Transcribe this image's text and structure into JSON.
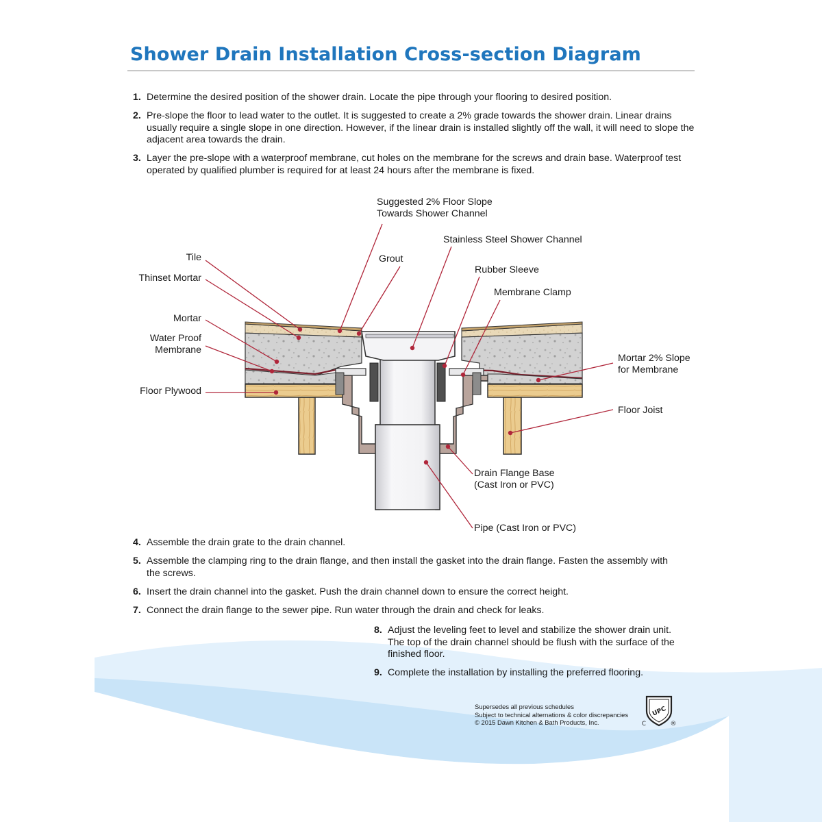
{
  "title": "Shower Drain Installation Cross-section Diagram",
  "steps_top": [
    {
      "num": "1.",
      "text": "Determine the desired position of the shower drain.  Locate the pipe through your flooring to desired position."
    },
    {
      "num": "2.",
      "text": "Pre-slope the floor to lead water to the outlet. It is suggested to create a 2% grade towards the shower drain.  Linear drains usually require a single slope in one direction.  However, if the linear drain is installed slightly off the wall, it will need to slope the adjacent area towards the drain."
    },
    {
      "num": "3.",
      "text": "Layer the pre-slope with a waterproof membrane, cut holes on the membrane for the screws and drain base.  Waterproof test operated by qualified plumber is required for at least 24 hours after the membrane is fixed."
    }
  ],
  "steps_bottom": [
    {
      "num": "4.",
      "text": "Assemble the drain grate to the drain channel."
    },
    {
      "num": "5.",
      "text": "Assemble the clamping ring to the drain flange, and then install the gasket into the drain flange. Fasten the assembly with the screws."
    },
    {
      "num": "6.",
      "text": "Insert the drain channel into the gasket. Push the drain channel down to ensure the correct height."
    },
    {
      "num": "7.",
      "text": "Connect the drain flange to the sewer pipe. Run water through the drain and check for leaks."
    },
    {
      "num": "8.",
      "text": "Adjust the leveling feet to level and stabilize the shower drain unit. The top of the drain channel should be flush with the surface of the finished floor."
    },
    {
      "num": "9.",
      "text": "Complete the installation by installing the preferred flooring."
    }
  ],
  "labels": {
    "slope_line1": "Suggested 2% Floor Slope",
    "slope_line2": "Towards Shower Channel",
    "channel": "Stainless Steel Shower Channel",
    "grout": "Grout",
    "tile": "Tile",
    "thinset": "Thinset Mortar",
    "rubber_sleeve": "Rubber Sleeve",
    "membrane_clamp": "Membrane Clamp",
    "mortar": "Mortar",
    "membrane_line1": "Water Proof",
    "membrane_line2": "Membrane",
    "mortar_slope_line1": "Mortar 2% Slope",
    "mortar_slope_line2": "for Membrane",
    "plywood": "Floor Plywood",
    "joist": "Floor Joist",
    "flange_line1": "Drain Flange Base",
    "flange_line2": "(Cast Iron or PVC)",
    "pipe": "Pipe (Cast Iron or PVC)"
  },
  "footer": {
    "line1": "Supersedes all previous schedules",
    "line2": "Subject to technical alternations & color discrepancies",
    "line3": "© 2015 Dawn Kitchen & Bath Products, Inc."
  },
  "certification": {
    "mark": "UPC",
    "left_char": "C",
    "right_char": "®"
  },
  "colors": {
    "title": "#1f76bd",
    "leader": "#b0263a",
    "wood": "#e9c98c",
    "mortar": "#cfcfcf",
    "pipe": "#f2f2f4",
    "flange": "#b7a39b",
    "wave": "#d8ecfb"
  }
}
